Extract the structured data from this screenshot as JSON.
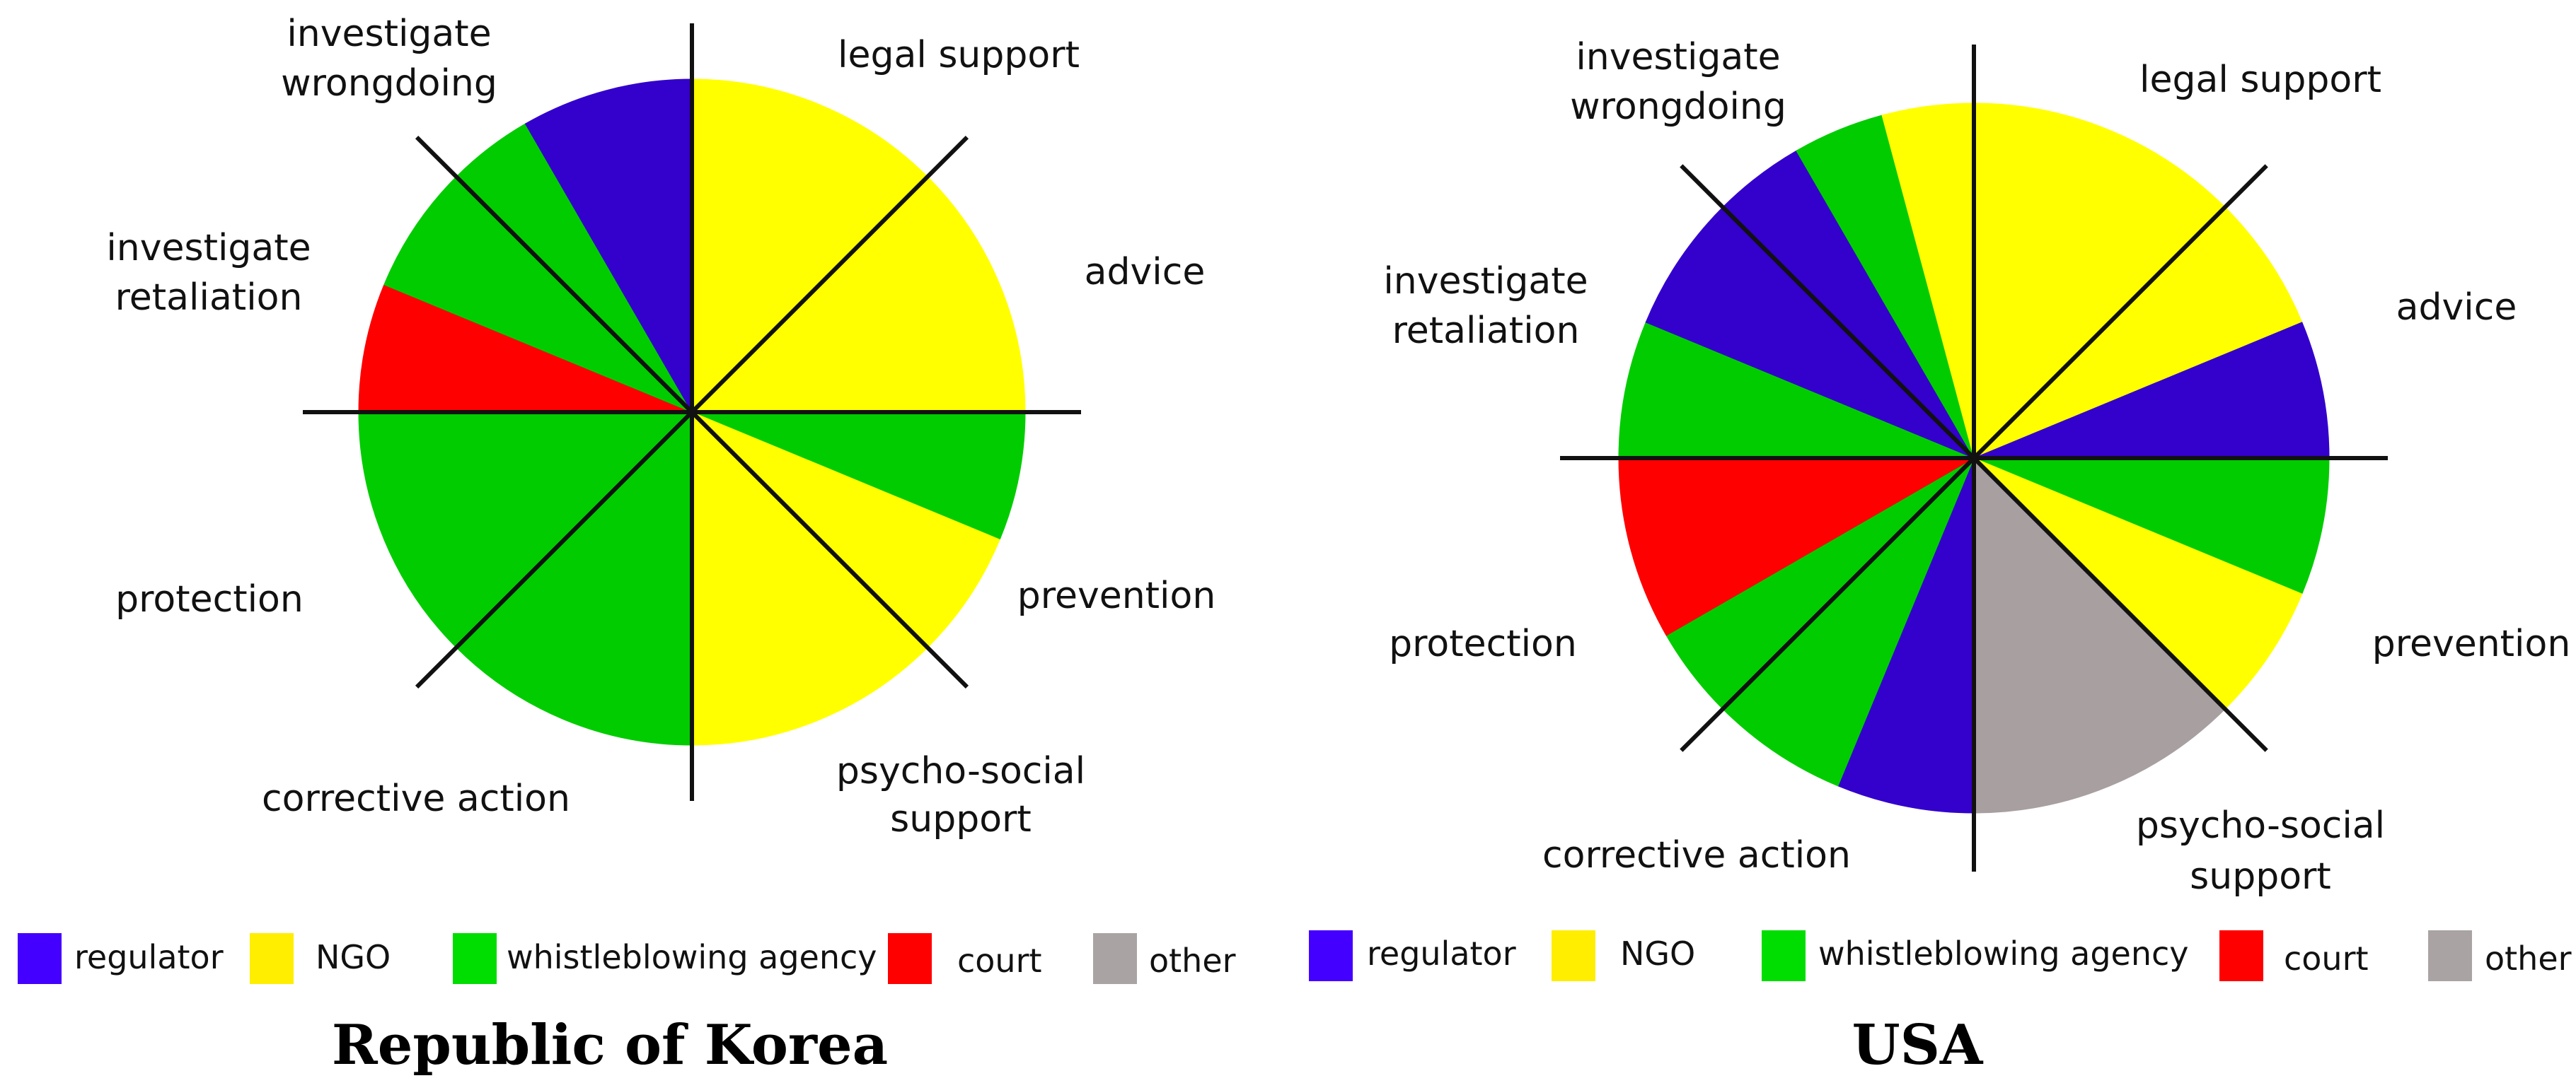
{
  "colors": {
    "regulator": "#3300cc",
    "NGO": "#ffff00",
    "whistleblowing agency": "#00cc00",
    "court": "#ff0000",
    "other": "#a89fa0",
    "axis": "#111111",
    "legend_regulator": "#4400ff",
    "legend_NGO": "#ffee00",
    "legend_whistleblowing agency": "#00dd00",
    "legend_court": "#ff0000",
    "legend_other": "#aaa3a3"
  },
  "chart_data": [
    {
      "type": "pie",
      "title": "Republic of Korea",
      "categories": [
        "legal support",
        "advice",
        "prevention",
        "psycho-social support",
        "corrective action",
        "protection",
        "investigate retaliation",
        "investigate wrongdoing"
      ],
      "sectors": [
        {
          "category": "legal support",
          "slices": [
            {
              "series": "NGO",
              "value": 1
            }
          ]
        },
        {
          "category": "advice",
          "slices": [
            {
              "series": "NGO",
              "value": 1
            }
          ]
        },
        {
          "category": "prevention",
          "slices": [
            {
              "series": "whistleblowing agency",
              "value": 1
            },
            {
              "series": "NGO",
              "value": 1
            }
          ]
        },
        {
          "category": "psycho-social support",
          "slices": [
            {
              "series": "NGO",
              "value": 1
            }
          ]
        },
        {
          "category": "corrective action",
          "slices": [
            {
              "series": "whistleblowing agency",
              "value": 1
            }
          ]
        },
        {
          "category": "protection",
          "slices": [
            {
              "series": "whistleblowing agency",
              "value": 1
            }
          ]
        },
        {
          "category": "investigate retaliation",
          "slices": [
            {
              "series": "court",
              "value": 1
            },
            {
              "series": "whistleblowing agency",
              "value": 1
            }
          ]
        },
        {
          "category": "investigate wrongdoing",
          "slices": [
            {
              "series": "whistleblowing agency",
              "value": 1
            },
            {
              "series": "regulator",
              "value": 2
            }
          ]
        }
      ],
      "legend": {
        "placement": "bottom",
        "entries": [
          "regulator",
          "NGO",
          "whistleblowing agency",
          "court",
          "other"
        ]
      }
    },
    {
      "type": "pie",
      "title": "USA",
      "categories": [
        "legal support",
        "advice",
        "prevention",
        "psycho-social support",
        "corrective action",
        "protection",
        "investigate retaliation",
        "investigate wrongdoing"
      ],
      "sectors": [
        {
          "category": "legal support",
          "slices": [
            {
              "series": "NGO",
              "value": 1
            }
          ]
        },
        {
          "category": "advice",
          "slices": [
            {
              "series": "NGO",
              "value": 1
            },
            {
              "series": "regulator",
              "value": 1
            }
          ]
        },
        {
          "category": "prevention",
          "slices": [
            {
              "series": "whistleblowing agency",
              "value": 1
            },
            {
              "series": "NGO",
              "value": 1
            }
          ]
        },
        {
          "category": "psycho-social support",
          "slices": [
            {
              "series": "other",
              "value": 1
            }
          ]
        },
        {
          "category": "corrective action",
          "slices": [
            {
              "series": "regulator",
              "value": 1
            },
            {
              "series": "whistleblowing agency",
              "value": 1
            }
          ]
        },
        {
          "category": "protection",
          "slices": [
            {
              "series": "whistleblowing agency",
              "value": 1
            },
            {
              "series": "court",
              "value": 2
            }
          ]
        },
        {
          "category": "investigate retaliation",
          "slices": [
            {
              "series": "whistleblowing agency",
              "value": 1
            },
            {
              "series": "regulator",
              "value": 1
            }
          ]
        },
        {
          "category": "investigate wrongdoing",
          "slices": [
            {
              "series": "regulator",
              "value": 1
            },
            {
              "series": "whistleblowing agency",
              "value": 1
            },
            {
              "series": "NGO",
              "value": 1
            }
          ]
        }
      ],
      "legend": {
        "placement": "bottom",
        "entries": [
          "regulator",
          "NGO",
          "whistleblowing agency",
          "court",
          "other"
        ]
      }
    }
  ]
}
